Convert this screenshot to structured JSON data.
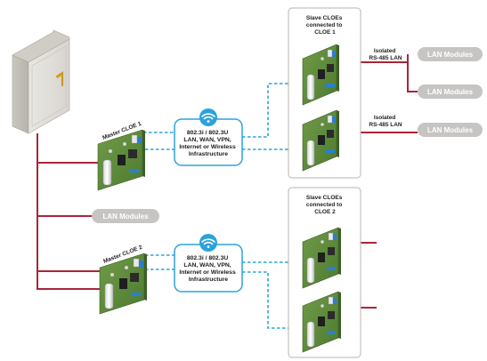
{
  "colors": {
    "wire": "#a8263a",
    "dash": "#2aa3dc",
    "pill": "#c7c5c3",
    "cloud_border": "#2aa3dc",
    "board": "#5f8a3d"
  },
  "master1": {
    "label": "Master CLOE 1"
  },
  "master2": {
    "label": "Master CLOE 2"
  },
  "cloud1": {
    "line1": "802.3i / 802.3U",
    "line2": "LAN, WAN, VPN,",
    "line3": "Internet or Wireless",
    "line4": "Infrastructure",
    "icon": "wifi-icon"
  },
  "cloud2": {
    "line1": "802.3i / 802.3U",
    "line2": "LAN, WAN, VPN,",
    "line3": "Internet or Wireless",
    "line4": "Infrastructure",
    "icon": "wifi-icon"
  },
  "slave_group1": {
    "line1": "Slave CLOEs",
    "line2": "connected to",
    "line3": "CLOE 1"
  },
  "slave_group2": {
    "line1": "Slave CLOEs",
    "line2": "connected to",
    "line3": "CLOE 2"
  },
  "isolated1": {
    "line1": "Isolated",
    "line2": "RS-485 LAN"
  },
  "isolated2": {
    "line1": "Isolated",
    "line2": "RS-485 LAN"
  },
  "lan_modules": {
    "left": "LAN Modules",
    "top1": "LAN Modules",
    "top2": "LAN Modules",
    "mid": "LAN Modules"
  }
}
